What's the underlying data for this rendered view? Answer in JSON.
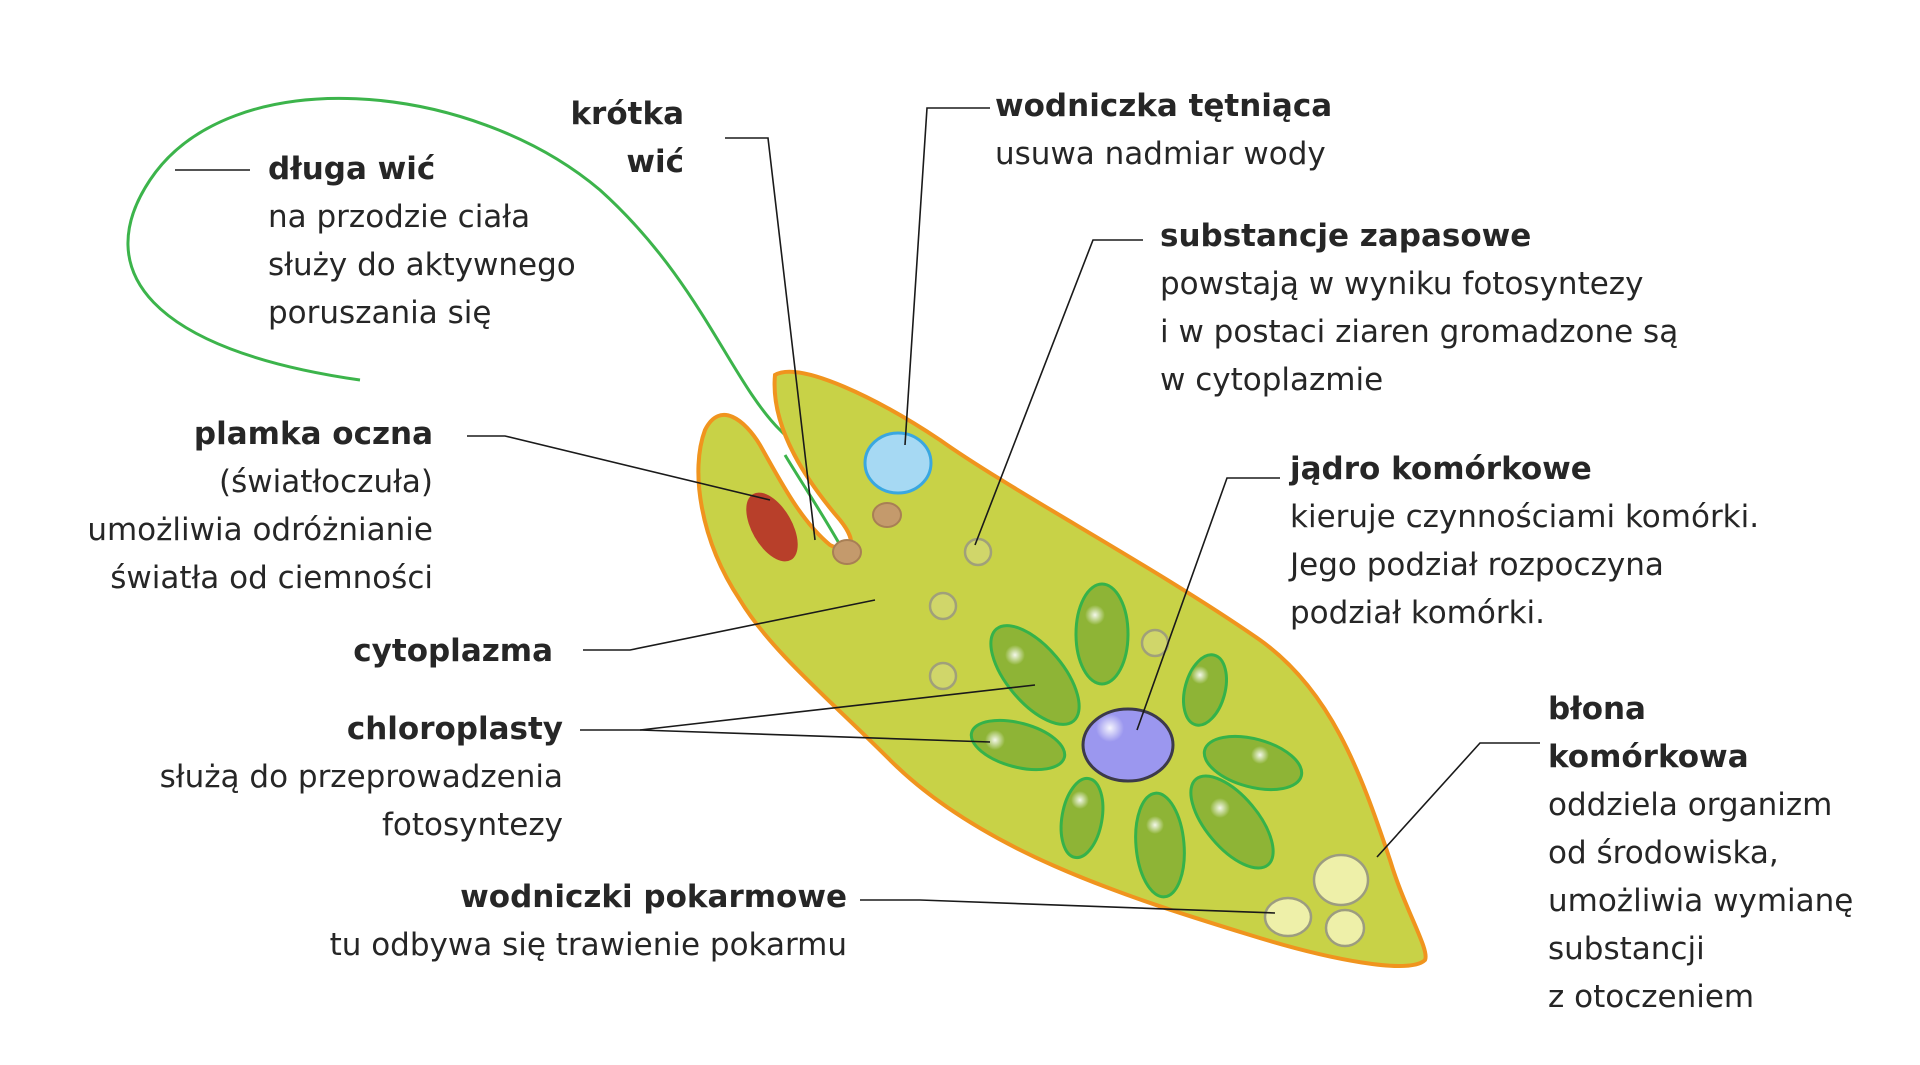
{
  "labels": {
    "dluga_wic": {
      "title": "długa wić",
      "desc": [
        "na przodzie ciała",
        "służy do aktywnego",
        "poruszania się"
      ]
    },
    "krotka_wic": {
      "title": [
        "krótka",
        "wić"
      ]
    },
    "wodniczka_tetniaca": {
      "title": "wodniczka tętniąca",
      "desc": [
        "usuwa nadmiar wody"
      ]
    },
    "substancje_zapasowe": {
      "title": "substancje zapasowe",
      "desc": [
        "powstają w wyniku fotosyntezy",
        "i w postaci ziaren gromadzone są",
        "w cytoplazmie"
      ]
    },
    "plamka_oczna": {
      "title": "plamka oczna",
      "desc": [
        "(światłoczuła)",
        "umożliwia odróżnianie",
        "światła od ciemności"
      ]
    },
    "jadro": {
      "title": "jądro komórkowe",
      "desc": [
        "kieruje czynnościami komórki.",
        "Jego podział rozpoczyna",
        "podział komórki."
      ]
    },
    "cytoplazma": {
      "title": "cytoplazma"
    },
    "chloroplasty": {
      "title": "chloroplasty",
      "desc": [
        "służą do przeprowadzenia",
        "fotosyntezy"
      ]
    },
    "blona": {
      "title": [
        "błona",
        "komórkowa"
      ],
      "desc": [
        "oddziela organizm",
        "od środowiska,",
        "umożliwia wymianę",
        "substancji",
        "z otoczeniem"
      ]
    },
    "wodniczki_pokarmowe": {
      "title": "wodniczki pokarmowe",
      "desc": [
        "tu odbywa się trawienie pokarmu"
      ]
    }
  },
  "colors": {
    "cytoplasm": "#c8d247",
    "membrane": "#f0941e",
    "flagellum": "#3cb44b",
    "chloroplast_fill": "#8eb436",
    "chloroplast_stroke": "#35b24a",
    "nucleus": "#9b97ef",
    "contractile_vacuole": "#a6d9f3",
    "eyespot": "#b83f2a",
    "food_vacuole": "#eef0a9",
    "leader_line": "#1a1a1a"
  }
}
